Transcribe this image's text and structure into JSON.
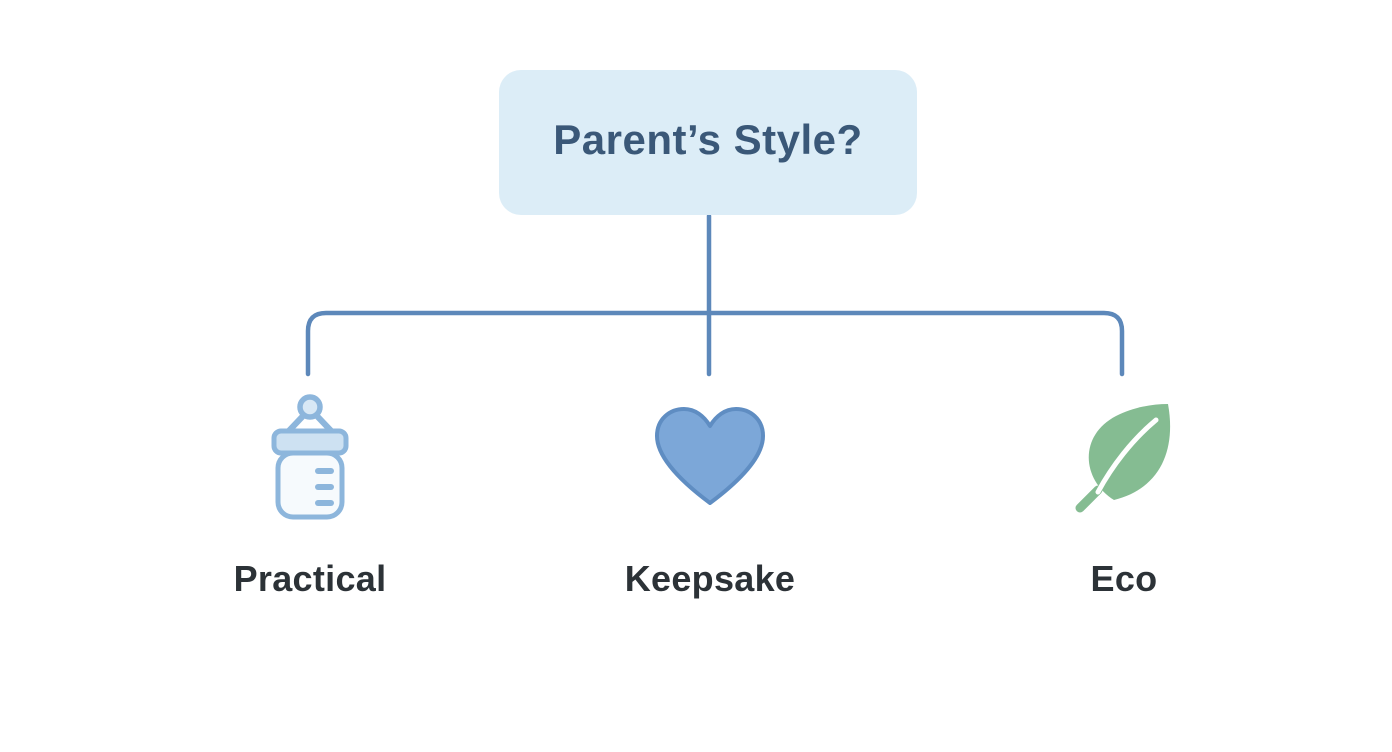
{
  "diagram": {
    "type": "decision-tree",
    "root": {
      "label": "Parent’s Style?"
    },
    "children": [
      {
        "label": "Practical",
        "icon": "baby-bottle-icon"
      },
      {
        "label": "Keepsake",
        "icon": "heart-icon"
      },
      {
        "label": "Eco",
        "icon": "leaf-icon"
      }
    ],
    "colors": {
      "root_fill": "#dcedf7",
      "root_text": "#3a5878",
      "connector": "#5d88ba",
      "label_text": "#2c3237",
      "bottle_stroke": "#8db6dc",
      "bottle_cap_fill": "#cde1f2",
      "bottle_body_fill": "#f6fafd",
      "bottle_nipple_fill": "#d8e8f5",
      "heart_fill": "#7ca7d8",
      "heart_stroke": "#5f8dc2",
      "leaf_fill": "#85bc92",
      "canvas_bg": "#ffffff"
    }
  }
}
